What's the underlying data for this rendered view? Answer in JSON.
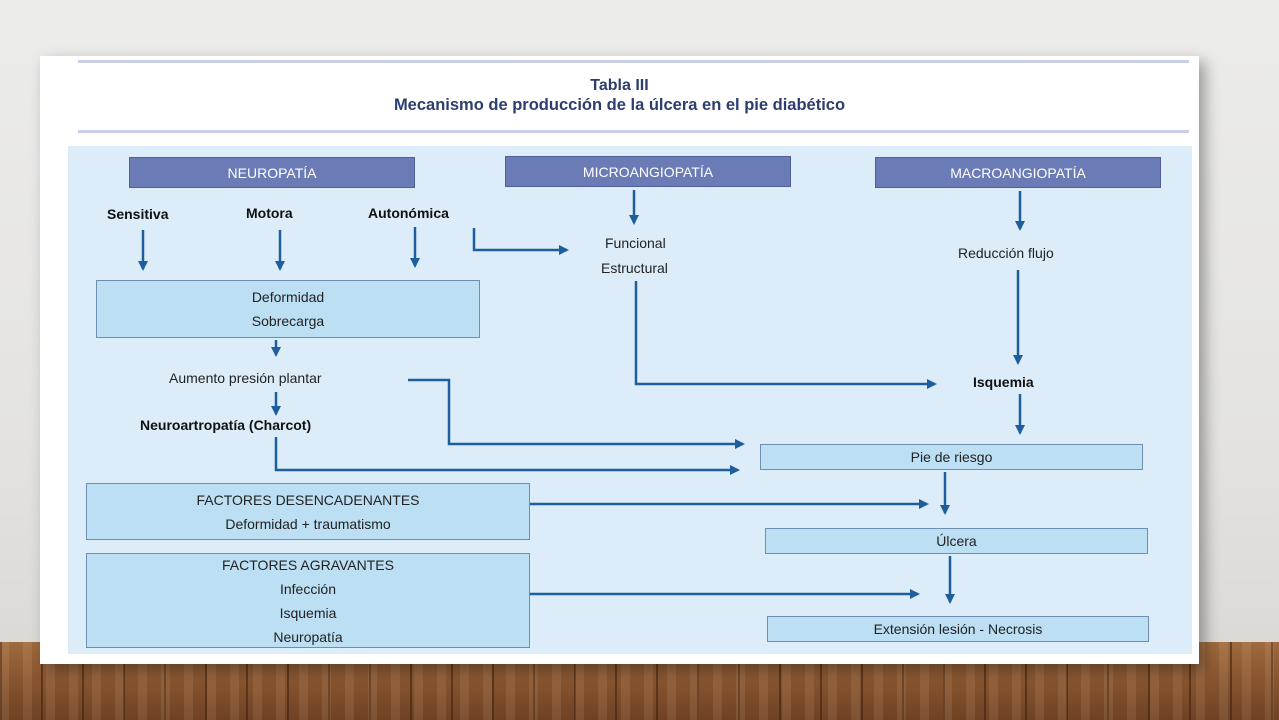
{
  "title": {
    "table_number": "Tabla III",
    "heading": "Mecanismo de producción de la úlcera en el pie diabético"
  },
  "headers": {
    "neuropatia": "NEUROPATÍA",
    "microangiopatia": "MICROANGIOPATÍA",
    "macroangiopatia": "MACROANGIOPATÍA"
  },
  "neuro_types": [
    "Sensitiva",
    "Motora",
    "Autonómica"
  ],
  "deformidad_box": [
    "Deformidad",
    "Sobrecarga"
  ],
  "aumento_presion": "Aumento presión plantar",
  "neuroartropatia": "Neuroartropatía (Charcot)",
  "micro_effects": [
    "Funcional",
    "Estructural"
  ],
  "reduccion_flujo": "Reducción flujo",
  "isquemia": "Isquemia",
  "pie_de_riesgo": "Pie de riesgo",
  "ulcera": "Úlcera",
  "extension": "Extensión lesión - Necrosis",
  "factores_desencadenantes": {
    "title": "FACTORES DESENCADENANTES",
    "items": [
      "Deformidad + traumatismo"
    ]
  },
  "factores_agravantes": {
    "title": "FACTORES AGRAVANTES",
    "items": [
      "Infección",
      "Isquemia",
      "Neuropatía"
    ]
  },
  "colors": {
    "arrow": "#1f5e9c",
    "header_fill": "#6b7bb6",
    "box_fill": "#bcdff4",
    "panel_fill": "#dcedf9",
    "title_text": "#2c3e6e"
  }
}
